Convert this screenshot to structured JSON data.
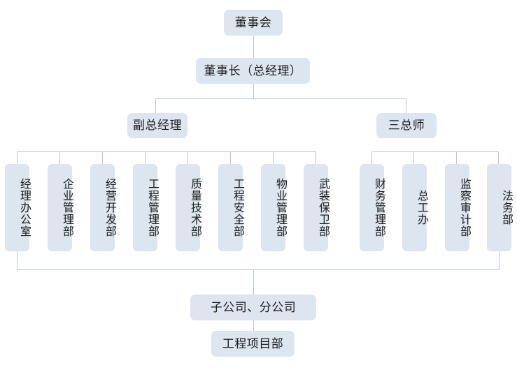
{
  "chart_data": {
    "type": "diagram",
    "title": "组织结构图",
    "diagram_kind": "organization-chart",
    "orientation": "top-down",
    "levels": [
      {
        "level": 1,
        "nodes": [
          "董事会"
        ]
      },
      {
        "level": 2,
        "nodes": [
          "董事长（总经理）"
        ]
      },
      {
        "level": 3,
        "nodes": [
          "副总经理",
          "三总师"
        ]
      },
      {
        "level": 4,
        "nodes": [
          "经理办公室",
          "企业管理部",
          "经营开发部",
          "工程管理部",
          "质量技术部",
          "工程安全部",
          "物业管理部",
          "武装保卫部",
          "财务管理部",
          "总工办",
          "监察审计部",
          "法务部"
        ]
      },
      {
        "level": 5,
        "nodes": [
          "子公司、分公司"
        ]
      },
      {
        "level": 6,
        "nodes": [
          "工程项目部"
        ]
      }
    ],
    "edges": [
      {
        "from": "董事会",
        "to": "董事长（总经理）"
      },
      {
        "from": "董事长（总经理）",
        "to": "副总经理"
      },
      {
        "from": "董事长（总经理）",
        "to": "三总师"
      },
      {
        "from": "副总经理",
        "to": "经理办公室"
      },
      {
        "from": "副总经理",
        "to": "企业管理部"
      },
      {
        "from": "副总经理",
        "to": "经营开发部"
      },
      {
        "from": "副总经理",
        "to": "工程管理部"
      },
      {
        "from": "副总经理",
        "to": "质量技术部"
      },
      {
        "from": "副总经理",
        "to": "工程安全部"
      },
      {
        "from": "副总经理",
        "to": "物业管理部"
      },
      {
        "from": "副总经理",
        "to": "武装保卫部"
      },
      {
        "from": "三总师",
        "to": "财务管理部"
      },
      {
        "from": "三总师",
        "to": "总工办"
      },
      {
        "from": "三总师",
        "to": "监察审计部"
      },
      {
        "from": "三总师",
        "to": "法务部"
      },
      {
        "from": "departments",
        "to": "子公司、分公司"
      },
      {
        "from": "子公司、分公司",
        "to": "工程项目部"
      }
    ],
    "colors": {
      "node_fill": "#dde5ef",
      "connector": "#b8c6da",
      "text": "#1d1d1d",
      "background": "#ffffff"
    }
  },
  "chart": {
    "board": {
      "label": "董事会"
    },
    "chairman": {
      "label": "董事长（总经理）"
    },
    "branch": {
      "vice_gm": {
        "label": "副总经理"
      },
      "chief_engineers": {
        "label": "三总师"
      }
    },
    "departments_left": [
      {
        "label": "经理办公室"
      },
      {
        "label": "企业管理部"
      },
      {
        "label": "经营开发部"
      },
      {
        "label": "工程管理部"
      },
      {
        "label": "质量技术部"
      },
      {
        "label": "工程安全部"
      },
      {
        "label": "物业管理部"
      },
      {
        "label": "武装保卫部"
      }
    ],
    "departments_right": [
      {
        "label": "财务管理部"
      },
      {
        "label": "总工办"
      },
      {
        "label": "监察审计部"
      },
      {
        "label": "法务部"
      }
    ],
    "subsidiary": {
      "label": "子公司、分公司"
    },
    "project_dept": {
      "label": "工程项目部"
    }
  }
}
